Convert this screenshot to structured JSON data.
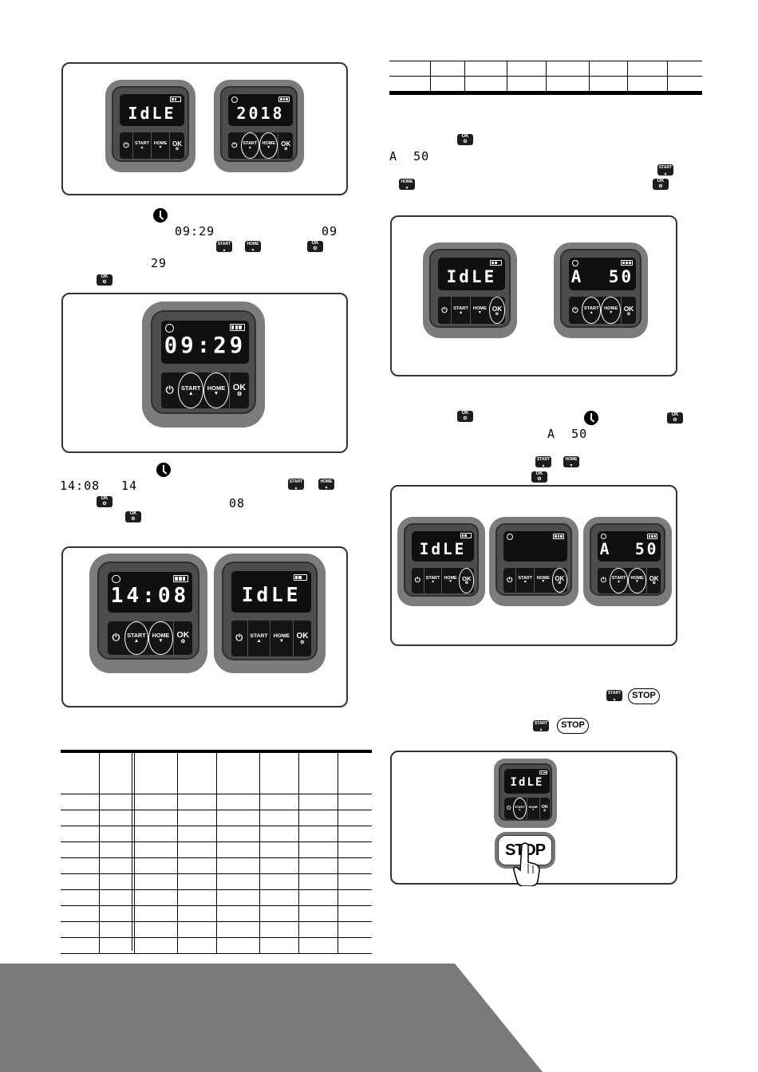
{
  "displays": {
    "idle": "IdLE",
    "year": "2018",
    "time_0929": "09:29",
    "time_1408": "14:08",
    "a50": "A  50",
    "blank": ""
  },
  "buttons": {
    "start": "START",
    "home": "HOME",
    "ok": "OK",
    "stop": "STOP"
  },
  "inline_text": {
    "time_0929": "09:29",
    "hours_09": "09",
    "minutes_29": "29",
    "time_1408": "14:08",
    "hours_14": "14",
    "minutes_08": "08",
    "a50_first": "A  50",
    "a50_second": "A  50"
  },
  "icons": {
    "clock": "clock-icon",
    "power": "power-icon",
    "battery": "battery-icon",
    "hand": "hand-pointer-icon"
  },
  "colors": {
    "device_outer": "#7c7c7c",
    "device_inner": "#4d4d4d",
    "lcd": "#0f0f0f",
    "footer": "#7a7a7a"
  }
}
